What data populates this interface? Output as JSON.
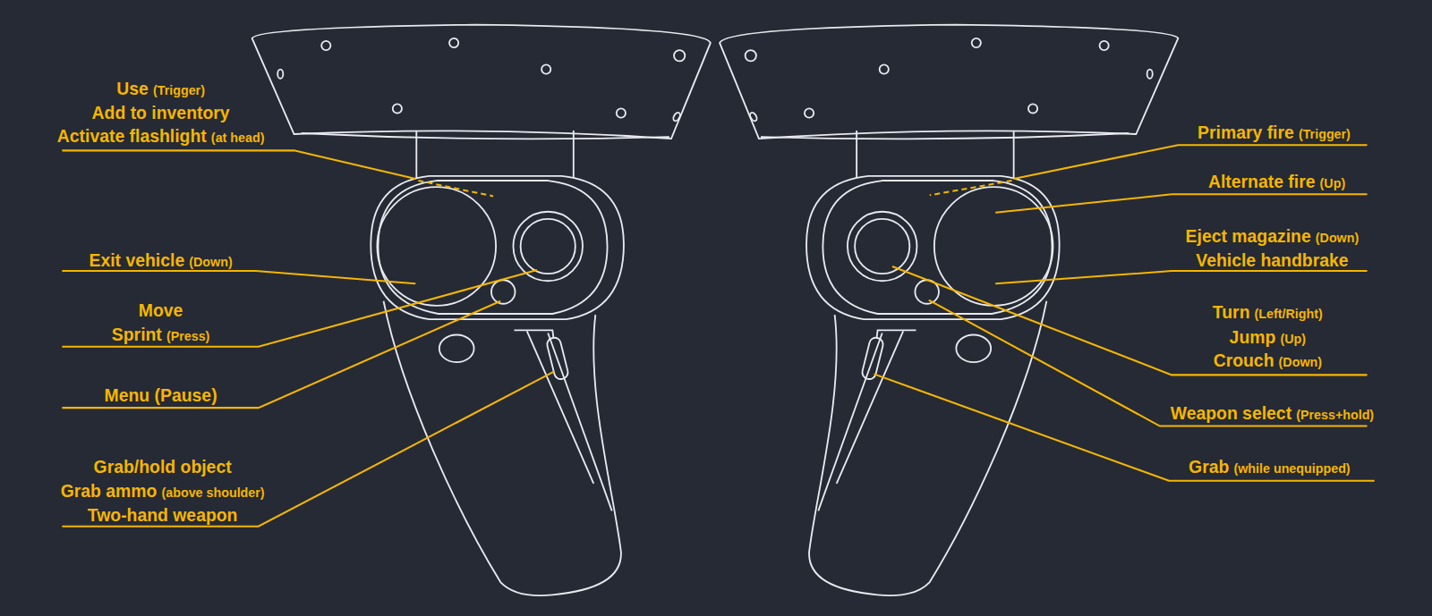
{
  "diagram": {
    "labels": [
      "Use",
      "(Trigger)",
      "Add to inventory",
      "Activate flashlight",
      "(at head)",
      "Exit vehicle",
      "(Down)",
      "Move",
      "Sprint",
      "(Press)",
      "Menu (Pause)",
      "Grab/hold object",
      "Grab ammo",
      "(above shoulder)",
      "Two-hand weapon",
      "Primary fire",
      "(Trigger)",
      "Alternate fire",
      "(Up)",
      "Eject magazine",
      "(Down)",
      "Vehicle handbrake",
      "Turn",
      "(Left/Right)",
      "Jump",
      "(Up)",
      "Crouch",
      "(Down)",
      "Weapon select",
      "(Press+hold)",
      "Grab",
      "(while unequipped)"
    ]
  }
}
